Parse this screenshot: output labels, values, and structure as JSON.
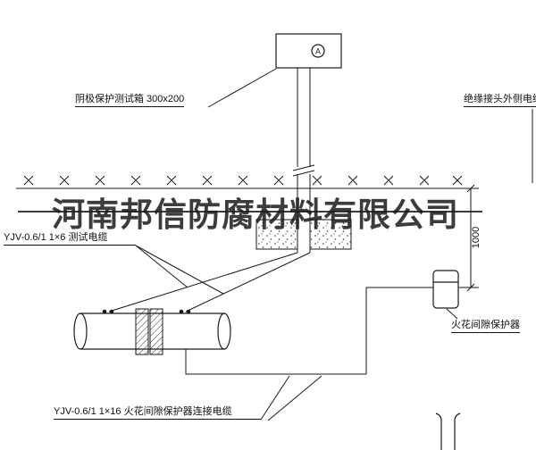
{
  "watermark": {
    "text": "河南邦信防腐材料有限公司"
  },
  "annotations": {
    "test_box_label": "阴极保护测试箱 300x200",
    "outer_cable_label": "绝缘接头外侧电缆",
    "test_cable_label": "YJV-0.6/1 1×6  测试电缆",
    "spark_gap_label": "火花间隙保护器",
    "spark_cable_label": "YJV-0.6/1 1×16  火花间隙保护器连接电缆",
    "dimension_1000": "1000",
    "meter_letter": "A"
  },
  "colors": {
    "line": "#1a1a1a",
    "background": "#ffffff",
    "watermark": "#1b1b1b"
  }
}
